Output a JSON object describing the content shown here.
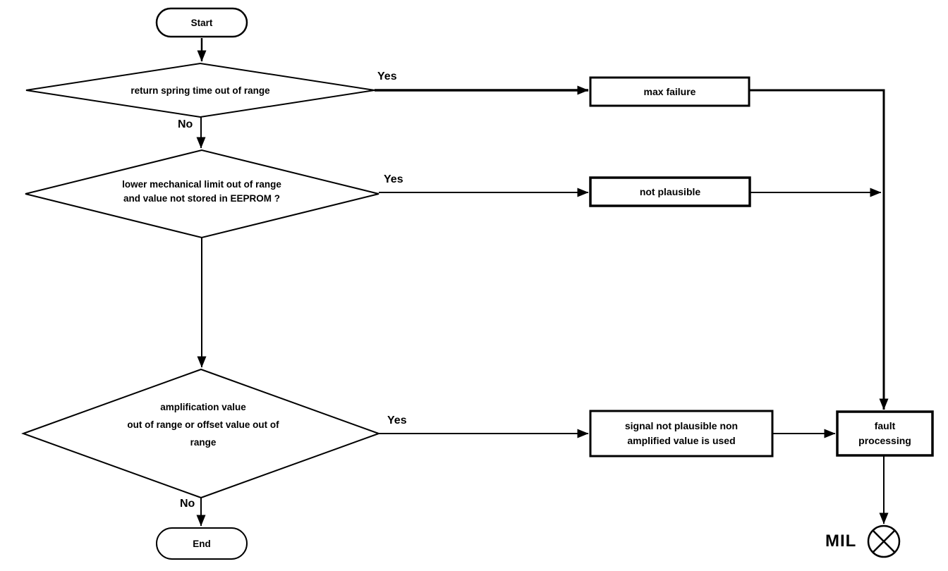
{
  "diagram": {
    "background": "#ffffff",
    "stroke_color": "#000000",
    "text_color": "#000000",
    "nodes": {
      "start": {
        "type": "terminator",
        "label": "Start"
      },
      "decision1": {
        "type": "decision",
        "label": "return spring time out of range"
      },
      "decision2": {
        "type": "decision",
        "lines": [
          "lower mechanical limit out of range",
          "and value not stored in EEPROM ?"
        ]
      },
      "decision3": {
        "type": "decision",
        "lines": [
          "amplification value",
          "out of range or offset value out of",
          "range"
        ]
      },
      "process_max_failure": {
        "type": "process",
        "label": "max failure"
      },
      "process_not_plausible": {
        "type": "process",
        "label": "not plausible"
      },
      "process_signal": {
        "type": "process",
        "lines": [
          "signal not plausible non",
          "amplified value is used"
        ]
      },
      "process_fault": {
        "type": "process",
        "lines": [
          "fault",
          "processing"
        ]
      },
      "end": {
        "type": "terminator",
        "label": "End"
      },
      "mil_indicator": {
        "type": "lamp",
        "label": "MIL"
      }
    },
    "edge_labels": {
      "d1_yes": "Yes",
      "d1_no": "No",
      "d2_yes": "Yes",
      "d3_yes": "Yes",
      "d3_no": "No"
    }
  }
}
